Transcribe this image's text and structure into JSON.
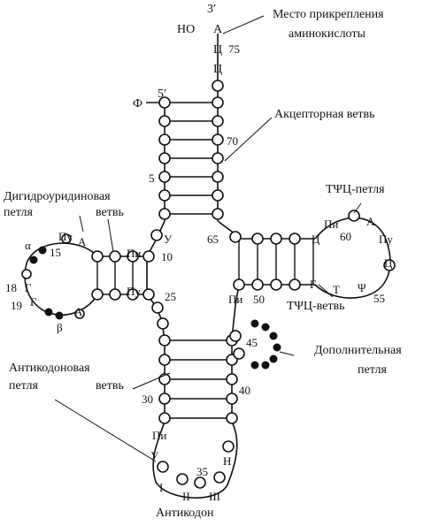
{
  "labels": {
    "three_prime": "3′",
    "ho": "HO",
    "a_end": "A",
    "c_end_1": "Ц",
    "c_end_2": "Ц",
    "five_prime": "5′",
    "phi": "Ф",
    "attach_site_line1": "Место прикрепления",
    "attach_site_line2": "аминокислоты",
    "acceptor_arm": "Акцепторная ветвь",
    "dhu_arm_line1": "Дигидроуридиновая",
    "dhu_arm_line2_loop": "петля",
    "dhu_arm_line2_arm": "ветвь",
    "tpc_loop": "ТΨЦ-петля",
    "tpc_arm": "ТΨЦ-ветвь",
    "variable_loop_line1": "Дополнительная",
    "variable_loop_line2": "петля",
    "anticodon_arm_line1": "Антикодоновая",
    "anticodon_arm_line2_loop": "петля",
    "anticodon_arm_line2_arm": "ветвь",
    "anticodon": "Антикодон"
  },
  "bases": {
    "pu_15": "Пу",
    "a_15": "А",
    "alpha": "α",
    "beta": "β",
    "g_18": "Г",
    "g_19": "Г",
    "a_21": "А",
    "pi_10": "Пи",
    "pu_25": "Пу",
    "u_8": "У",
    "c_61": "Ц",
    "g_53": "Г",
    "t_54": "Т",
    "psi_55": "Ψ",
    "pi_60": "Пи",
    "a_58": "А",
    "pu_57": "Пу",
    "c_56": "Ц",
    "pi_48": "Пи",
    "pi_32": "Пи",
    "u_33": "У",
    "h_37": "Н",
    "r1": "I",
    "r2": "II",
    "r3": "III"
  },
  "numbers": {
    "n75": "75",
    "n70": "70",
    "n5": "5",
    "n65": "65",
    "n10": "10",
    "n15": "15",
    "n18": "18",
    "n19": "19",
    "n25": "25",
    "n60": "60",
    "n50": "50",
    "n55": "55",
    "n45": "45",
    "n30": "30",
    "n40": "40",
    "n35": "35"
  }
}
